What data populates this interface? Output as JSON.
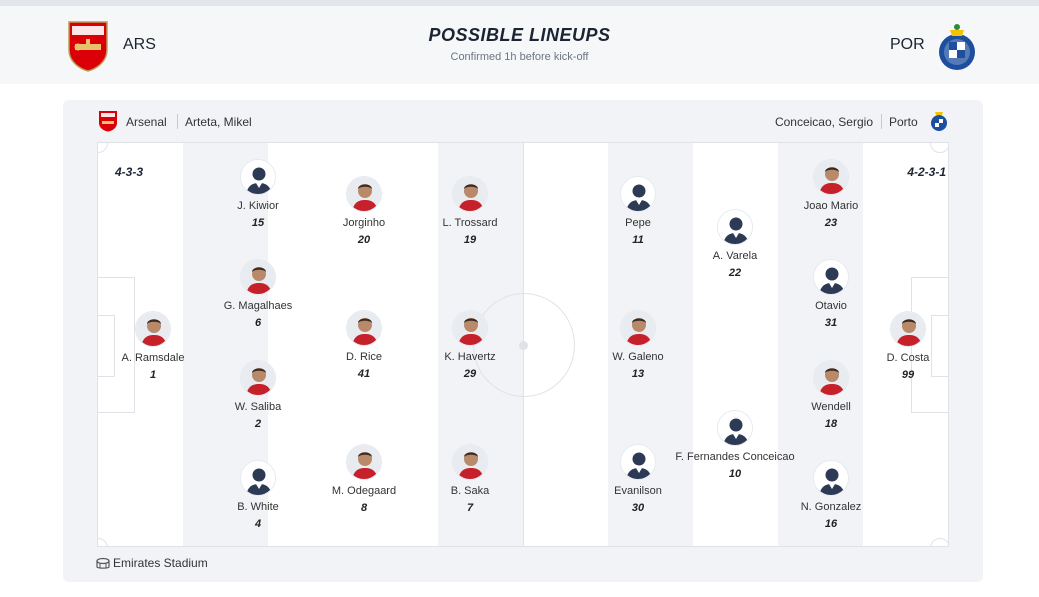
{
  "header": {
    "title": "POSSIBLE LINEUPS",
    "subtitle": "Confirmed 1h before kick-off",
    "home_code": "ARS",
    "away_code": "POR"
  },
  "home": {
    "team": "Arsenal",
    "manager": "Arteta, Mikel",
    "formation": "4-3-3",
    "crest_icon": "arsenal-crest-icon",
    "players": [
      {
        "name": "A. Ramsdale",
        "number": "1",
        "avatar": "photo"
      },
      {
        "name": "J. Kiwior",
        "number": "15",
        "avatar": "placeholder"
      },
      {
        "name": "G. Magalhaes",
        "number": "6",
        "avatar": "photo"
      },
      {
        "name": "W. Saliba",
        "number": "2",
        "avatar": "photo"
      },
      {
        "name": "B. White",
        "number": "4",
        "avatar": "placeholder"
      },
      {
        "name": "Jorginho",
        "number": "20",
        "avatar": "photo"
      },
      {
        "name": "D. Rice",
        "number": "41",
        "avatar": "photo"
      },
      {
        "name": "M. Odegaard",
        "number": "8",
        "avatar": "photo"
      },
      {
        "name": "L. Trossard",
        "number": "19",
        "avatar": "photo"
      },
      {
        "name": "K. Havertz",
        "number": "29",
        "avatar": "photo"
      },
      {
        "name": "B. Saka",
        "number": "7",
        "avatar": "photo"
      }
    ]
  },
  "away": {
    "team": "Porto",
    "manager": "Conceicao, Sergio",
    "formation": "4-2-3-1",
    "crest_icon": "porto-crest-icon",
    "players": [
      {
        "name": "D. Costa",
        "number": "99",
        "avatar": "photo"
      },
      {
        "name": "Joao Mario",
        "number": "23",
        "avatar": "photo"
      },
      {
        "name": "Otavio",
        "number": "31",
        "avatar": "placeholder"
      },
      {
        "name": "Wendell",
        "number": "18",
        "avatar": "photo"
      },
      {
        "name": "N. Gonzalez",
        "number": "16",
        "avatar": "placeholder"
      },
      {
        "name": "A. Varela",
        "number": "22",
        "avatar": "placeholder"
      },
      {
        "name": "F. Fernandes Conceicao",
        "number": "10",
        "avatar": "placeholder"
      },
      {
        "name": "Pepe",
        "number": "11",
        "avatar": "placeholder"
      },
      {
        "name": "W. Galeno",
        "number": "13",
        "avatar": "photo"
      },
      {
        "name": "Evanilson",
        "number": "30",
        "avatar": "placeholder"
      }
    ]
  },
  "venue": {
    "stadium": "Emirates Stadium",
    "icon": "stadium-icon"
  },
  "colors": {
    "arsenal_red": "#db0007",
    "porto_blue": "#1d4f9e",
    "pitch_line": "#dfe3e8",
    "stripe": "#f1f3f6",
    "title": "#1b2433"
  }
}
